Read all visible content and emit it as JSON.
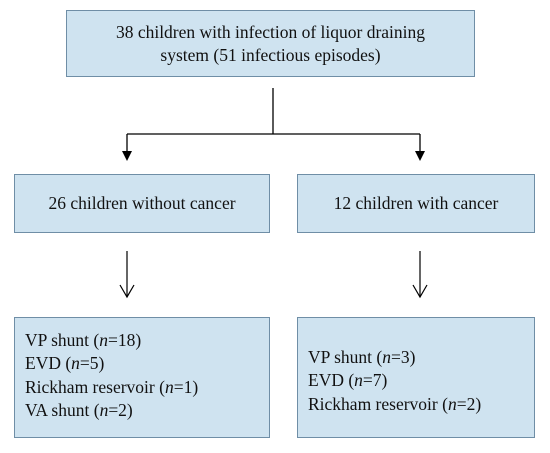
{
  "top": {
    "line1": "38 children with infection of liquor draining",
    "line2": "system (51 infectious episodes)"
  },
  "groups": [
    {
      "title": "26 children without cancer"
    },
    {
      "title": "12 children with cancer"
    }
  ],
  "lists": [
    {
      "items": [
        {
          "prefix": "VP shunt (",
          "var": "n",
          "suffix": "=18)"
        },
        {
          "prefix": "EVD (",
          "var": "n",
          "suffix": "=5)"
        },
        {
          "prefix": "Rickham reservoir (",
          "var": "n",
          "suffix": "=1)"
        },
        {
          "prefix": "VA shunt (",
          "var": "n",
          "suffix": "=2)"
        }
      ]
    },
    {
      "items": [
        {
          "prefix": "VP shunt (",
          "var": "n",
          "suffix": "=3)"
        },
        {
          "prefix": "EVD (",
          "var": "n",
          "suffix": "=7)"
        },
        {
          "prefix": "Rickham reservoir (",
          "var": "n",
          "suffix": "=2)"
        }
      ]
    }
  ],
  "colors": {
    "box_fill": "#cfe3f0",
    "box_border": "#6f8ea6",
    "line": "#000000"
  }
}
